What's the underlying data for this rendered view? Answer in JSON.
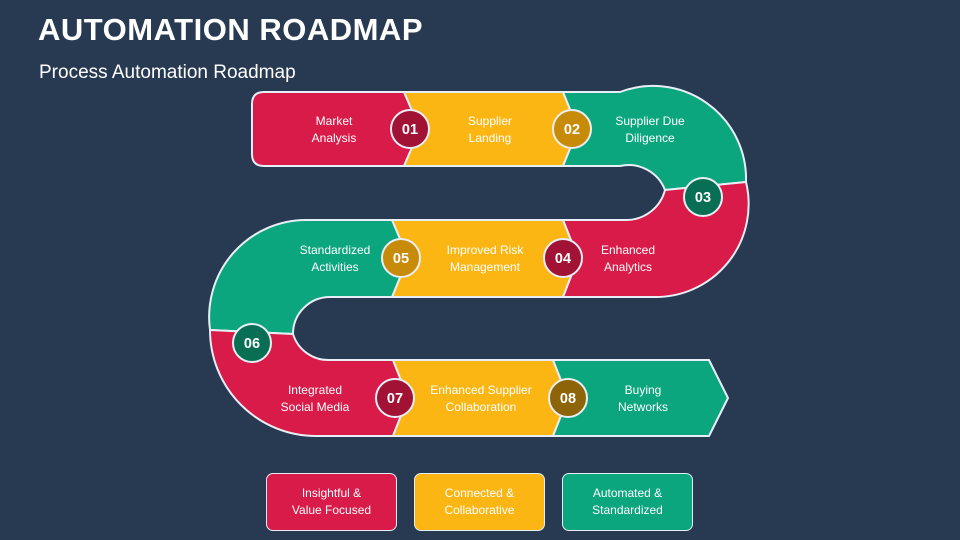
{
  "title": "AUTOMATION ROADMAP",
  "subtitle": "Process Automation Roadmap",
  "colors": {
    "background": "#283a52",
    "red": "#d81b48",
    "yellow": "#fbb614",
    "green": "#0ba57e",
    "outline": "#e8eef5"
  },
  "steps": [
    {
      "number": "01",
      "label_line1": "Market",
      "label_line2": "Analysis",
      "circle_color": "#a11235"
    },
    {
      "number": "02",
      "label_line1": "Supplier",
      "label_line2": "Landing",
      "circle_color": "#c78b08"
    },
    {
      "number": "03",
      "label_line1": "Supplier Due",
      "label_line2": "Diligence",
      "circle_color": "#086e54"
    },
    {
      "number": "04",
      "label_line1": "Enhanced",
      "label_line2": "Analytics",
      "circle_color": "#a11235"
    },
    {
      "number": "05",
      "label_line1": "Improved Risk",
      "label_line2": "Management",
      "circle_color": "#c78b08"
    },
    {
      "number": "06",
      "label_line1": "Standardized",
      "label_line2": "Activities",
      "circle_color": "#086e54"
    },
    {
      "number": "07",
      "label_line1": "Integrated",
      "label_line2": "Social Media",
      "circle_color": "#a11235"
    },
    {
      "number": "08",
      "label_line1": "Enhanced Supplier",
      "label_line2": "Collaboration",
      "circle_color": "#8d6508"
    }
  ],
  "extra_label": {
    "line1": "Buying",
    "line2": "Networks"
  },
  "legend": [
    {
      "line1": "Insightful &",
      "line2": "Value Focused",
      "color": "#d81b48"
    },
    {
      "line1": "Connected &",
      "line2": "Collaborative",
      "color": "#fbb614"
    },
    {
      "line1": "Automated &",
      "line2": "Standardized",
      "color": "#0ba57e"
    }
  ]
}
